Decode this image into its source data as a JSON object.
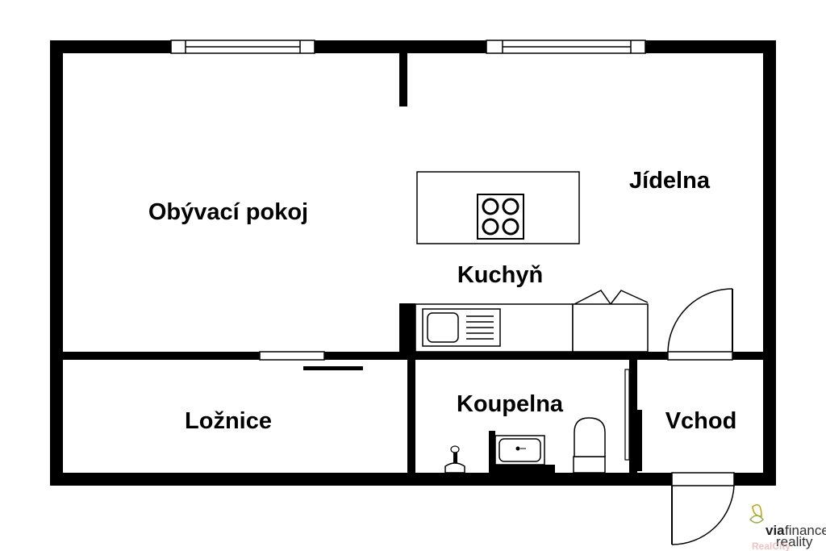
{
  "rooms": {
    "living": "Obývací pokoj",
    "dining": "Jídelna",
    "kitchen": "Kuchyň",
    "bedroom": "Ložnice",
    "bathroom": "Koupelna",
    "entrance": "Vchod"
  },
  "logo": {
    "brand_bold": "via",
    "brand_light": "finance",
    "tagline": "reality",
    "watermark": "RealCity"
  },
  "colors": {
    "wall": "#000000",
    "background": "#ffffff",
    "logo_accent": "#c9a100",
    "logo_green": "#8db33a"
  }
}
